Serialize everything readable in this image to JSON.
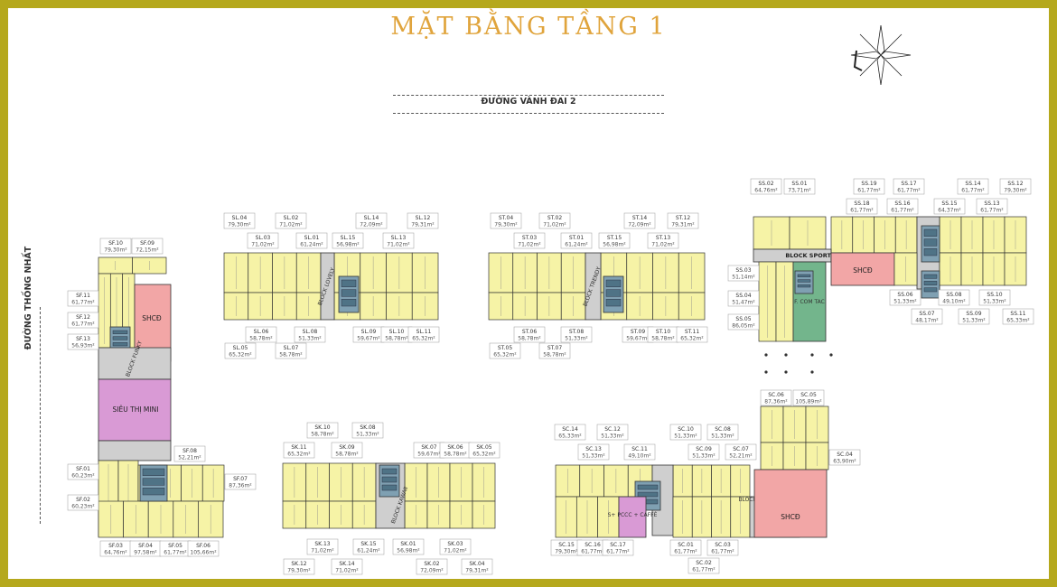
{
  "title": "MẶT BẰNG TẦNG 1",
  "roads": {
    "top": "ĐƯỜNG VÀNH ĐAI 2",
    "left": "ĐƯỜNG THỐNG NHẤT"
  },
  "colors": {
    "frame": "#b5a81c",
    "title": "#e0a43c",
    "apartment": "#f6f3a6",
    "core": "#7fa0b2",
    "shcd": "#f2a6a6",
    "mini": "#d99ad5",
    "cafe": "#73b58c",
    "corridor": "#cfcfcf"
  },
  "blocks": [
    {
      "name": "BLOCK LOVELY",
      "top": [
        [
          "SL.04",
          "79,30m²"
        ],
        [
          "SL.02",
          "71,02m²"
        ],
        [
          "SL.14",
          "72,09m²"
        ],
        [
          "SL.12",
          "79,31m²"
        ]
      ],
      "top2": [
        [
          "SL.03",
          "71,02m²"
        ],
        [
          "SL.01",
          "61,24m²"
        ],
        [
          "SL.15",
          "56,98m²"
        ],
        [
          "SL.13",
          "71,02m²"
        ]
      ],
      "bottom": [
        [
          "SL.06",
          "58,78m²"
        ],
        [
          "SL.08",
          "51,33m²"
        ],
        [
          "SL.09",
          "59,67m²"
        ],
        [
          "SL.10",
          "58,78m²"
        ],
        [
          "SL.11",
          "65,32m²"
        ]
      ],
      "bottom2": [
        [
          "SL.05",
          "65,32m²"
        ],
        [
          "SL.07",
          "58,78m²"
        ]
      ]
    },
    {
      "name": "BLOCK TRENDY",
      "top": [
        [
          "ST.04",
          "79,30m²"
        ],
        [
          "ST.02",
          "71,02m²"
        ],
        [
          "ST.14",
          "72,09m²"
        ],
        [
          "ST.12",
          "79,31m²"
        ]
      ],
      "top2": [
        [
          "ST.03",
          "71,02m²"
        ],
        [
          "ST.01",
          "61,24m²"
        ],
        [
          "ST.15",
          "56,98m²"
        ],
        [
          "ST.13",
          "71,02m²"
        ]
      ],
      "bottom": [
        [
          "ST.06",
          "58,78m²"
        ],
        [
          "ST.08",
          "51,33m²"
        ],
        [
          "ST.09",
          "59,67m²"
        ],
        [
          "ST.10",
          "58,78m²"
        ],
        [
          "ST.11",
          "65,32m²"
        ]
      ],
      "bottom2": [
        [
          "ST.05",
          "65,32m²"
        ],
        [
          "ST.07",
          "58,78m²"
        ]
      ]
    },
    {
      "name": "BLOCK SPORTY",
      "top": [
        [
          "SS.02",
          "64,76m²"
        ],
        [
          "SS.01",
          "73,71m²"
        ],
        [
          "SS.19",
          "61,77m²"
        ],
        [
          "SS.17",
          "61,77m²"
        ],
        [
          "SS.14",
          "61,77m²"
        ],
        [
          "SS.12",
          "79,30m²"
        ]
      ],
      "top2": [
        [
          "SS.18",
          "61,77m²"
        ],
        [
          "SS.16",
          "61,77m²"
        ],
        [
          "SS.15",
          "64,37m²"
        ],
        [
          "SS.13",
          "61,77m²"
        ]
      ],
      "left": [
        [
          "SS.03",
          "51,14m²"
        ],
        [
          "SS.04",
          "51,47m²"
        ],
        [
          "SS.05",
          "86,05m²"
        ]
      ],
      "bottom": [
        [
          "SS.06",
          "51,33m²"
        ],
        [
          "SS.08",
          "49,10m²"
        ],
        [
          "SS.10",
          "51,33m²"
        ]
      ],
      "bottom2": [
        [
          "SS.07",
          "48,17m²"
        ],
        [
          "SS.09",
          "51,33m²"
        ],
        [
          "SS.11",
          "65,33m²"
        ]
      ],
      "shcd": "SHCĐ",
      "cafe": "F. COM TAC"
    },
    {
      "name": "BLOCK FUNKY",
      "left": [
        [
          "SF.11",
          "61,77m²"
        ],
        [
          "SF.12",
          "61,77m²"
        ],
        [
          "SF.13",
          "56,93m²"
        ]
      ],
      "top": [
        [
          "SF.10",
          "79,30m²"
        ],
        [
          "SF.09",
          "72,15m²"
        ]
      ],
      "mini": "SIÊU THỊ MINI",
      "shcd": "SHCĐ",
      "right": [
        [
          "SF.08",
          "52,21m²"
        ],
        [
          "SF.07",
          "87,36m²"
        ]
      ],
      "left2": [
        [
          "SF.01",
          "60,23m²"
        ],
        [
          "SF.02",
          "60,23m²"
        ]
      ],
      "bottom": [
        [
          "SF.03",
          "64,76m²"
        ],
        [
          "SF.04",
          "97,58m²"
        ],
        [
          "SF.05",
          "61,77m²"
        ],
        [
          "SF.06",
          "105,66m²"
        ]
      ]
    },
    {
      "name": "BLOCK KAWAII",
      "top": [
        [
          "SK.10",
          "58,78m²"
        ],
        [
          "SK.08",
          "51,33m²"
        ]
      ],
      "top2": [
        [
          "SK.11",
          "65,32m²"
        ],
        [
          "SK.09",
          "58,78m²"
        ],
        [
          "SK.07",
          "59,67m²"
        ],
        [
          "SK.06",
          "58,78m²"
        ],
        [
          "SK.05",
          "65,32m²"
        ]
      ],
      "bottom": [
        [
          "SK.13",
          "71,02m²"
        ],
        [
          "SK.15",
          "61,24m²"
        ],
        [
          "SK.01",
          "56,98m²"
        ],
        [
          "SK.03",
          "71,02m²"
        ]
      ],
      "bottom2": [
        [
          "SK.12",
          "79,30m²"
        ],
        [
          "SK.14",
          "71,02m²"
        ],
        [
          "SK.02",
          "72,09m²"
        ],
        [
          "SK.04",
          "79,31m²"
        ]
      ]
    },
    {
      "name": "BLOCK CREATIVE",
      "top": [
        [
          "SC.14",
          "65,33m²"
        ],
        [
          "SC.12",
          "51,33m²"
        ],
        [
          "SC.10",
          "51,33m²"
        ],
        [
          "SC.08",
          "51,33m²"
        ]
      ],
      "top2": [
        [
          "SC.13",
          "51,33m²"
        ],
        [
          "SC.11",
          "49,10m²"
        ],
        [
          "SC.09",
          "51,33m²"
        ],
        [
          "SC.07",
          "52,21m²"
        ]
      ],
      "right": [
        [
          "SC.06",
          "87,36m²"
        ],
        [
          "SC.05",
          "105,89m²"
        ],
        [
          "SC.04",
          "63,90m²"
        ]
      ],
      "bottom": [
        [
          "SC.15",
          "79,30m²"
        ],
        [
          "SC.16",
          "61,77m²"
        ],
        [
          "SC.17",
          "61,77m²"
        ],
        [
          "SC.01",
          "61,77m²"
        ],
        [
          "SC.03",
          "61,77m²"
        ]
      ],
      "bottom2": [
        [
          "SC.02",
          "61,77m²"
        ]
      ],
      "shcd": "SHCĐ",
      "cafe": "S+ PCCC + CAFFÉ"
    }
  ]
}
